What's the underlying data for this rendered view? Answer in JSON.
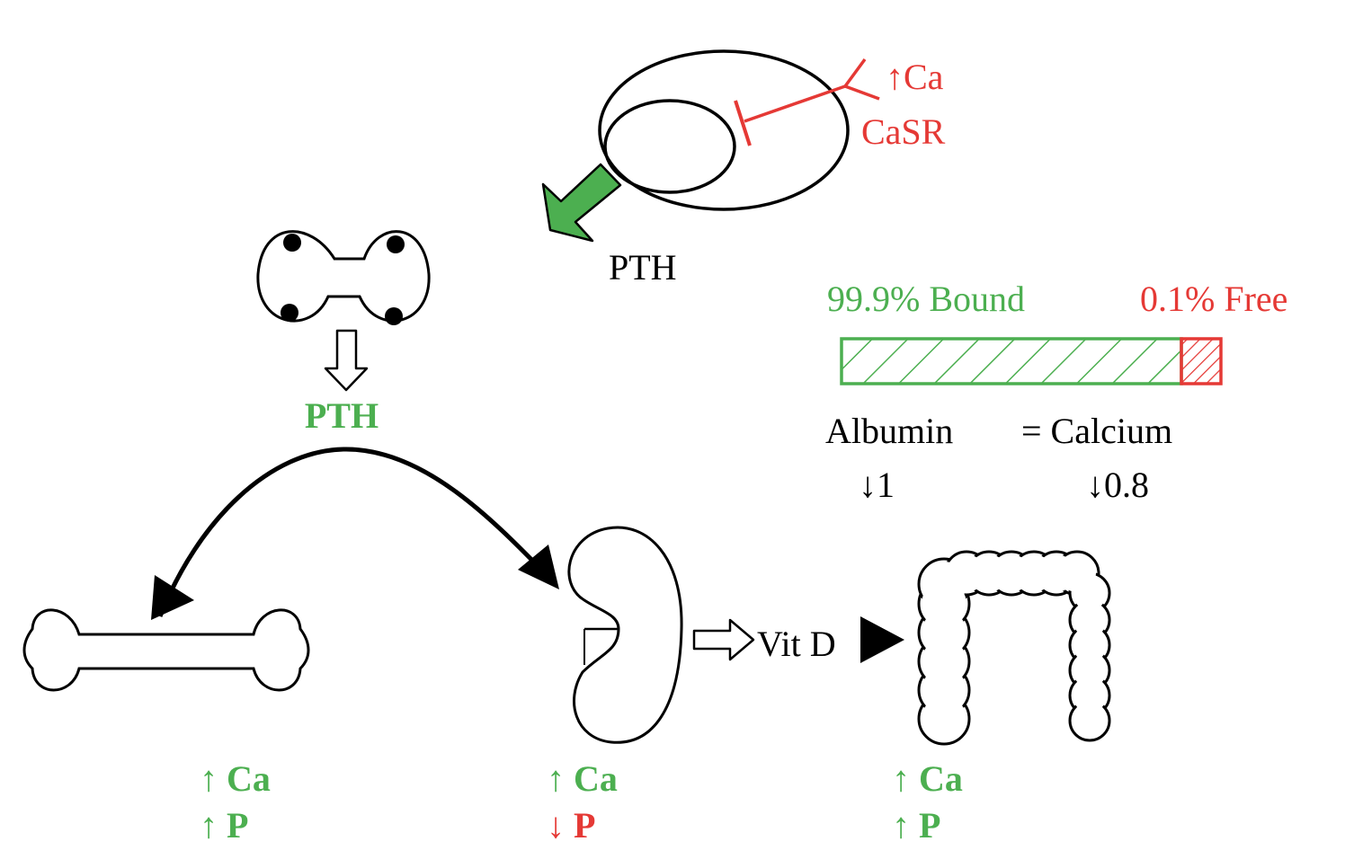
{
  "colors": {
    "green": "#4caf50",
    "red": "#e53935",
    "black": "#000000"
  },
  "parathyroid_cell": {
    "receptor_signal": "↑Ca",
    "receptor_name": "CaSR",
    "output_label": "PTH"
  },
  "calcium_bar": {
    "bound_label": "99.9% Bound",
    "free_label": "0.1% Free",
    "bound_fraction": 0.999,
    "free_fraction": 0.001
  },
  "correction": {
    "albumin_label": "Albumin",
    "calcium_label": "= Calcium",
    "albumin_change": "↓1",
    "calcium_change": "↓0.8"
  },
  "gland": {
    "output_label": "PTH"
  },
  "kidney": {
    "vitd_label": "Vit D"
  },
  "effects": {
    "bone": {
      "ca": "↑ Ca",
      "p": "↑ P"
    },
    "kidney": {
      "ca": "↑ Ca",
      "p": "↓ P"
    },
    "intestine": {
      "ca": "↑ Ca",
      "p": "↑ P"
    }
  }
}
